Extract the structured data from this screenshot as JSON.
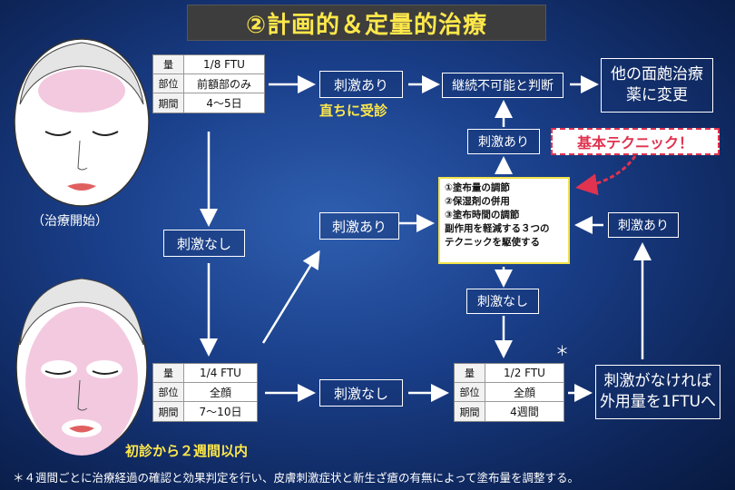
{
  "title": "②計画的＆定量的治療",
  "caption_start": "（治療開始）",
  "table1": {
    "rows": [
      {
        "k": "量",
        "v": "1/8 FTU"
      },
      {
        "k": "部位",
        "v": "前額部のみ"
      },
      {
        "k": "期間",
        "v": "4〜5日"
      }
    ]
  },
  "table2": {
    "rows": [
      {
        "k": "量",
        "v": "1/4 FTU"
      },
      {
        "k": "部位",
        "v": "全顔"
      },
      {
        "k": "期間",
        "v": "7〜10日"
      }
    ]
  },
  "table3": {
    "rows": [
      {
        "k": "量",
        "v": "1/2 FTU"
      },
      {
        "k": "部位",
        "v": "全顔"
      },
      {
        "k": "期間",
        "v": "4週間"
      }
    ]
  },
  "boxes": {
    "stim_yes_top": "刺激あり",
    "stim_yes_mid": "刺激あり",
    "stim_yes_right": "刺激あり",
    "stim_yes_upper_center": "刺激あり",
    "stim_no_left": "刺激なし",
    "stim_no_center": "刺激なし",
    "stim_no_bottom": "刺激なし",
    "continue_impossible": "継続不可能と判断",
    "other_treatment_1": "他の面皰治療",
    "other_treatment_2": "薬に変更",
    "no_stim_final_1": "刺激がなければ",
    "no_stim_final_2": "外用量を1FTUへ"
  },
  "immediate_visit": "直ちに受診",
  "within_two_weeks": "初診から２週間以内",
  "technique": {
    "lines": [
      "①塗布量の調節",
      "②保湿剤の併用",
      "③塗布時間の調節",
      "副作用を軽減する３つの",
      "テクニックを駆使する"
    ]
  },
  "basic_technique": "基本テクニック！",
  "asterisk": "＊",
  "footnote": "＊４週間ごとに治療経過の確認と効果判定を行い、皮膚刺激症状と新生ざ瘡の有無によって塗布量を調整する。",
  "colors": {
    "title_text": "#ffe84a",
    "title_bg": "#3d3d3d",
    "highlight_red": "#e0334f",
    "pink": "#f3c9e0"
  }
}
